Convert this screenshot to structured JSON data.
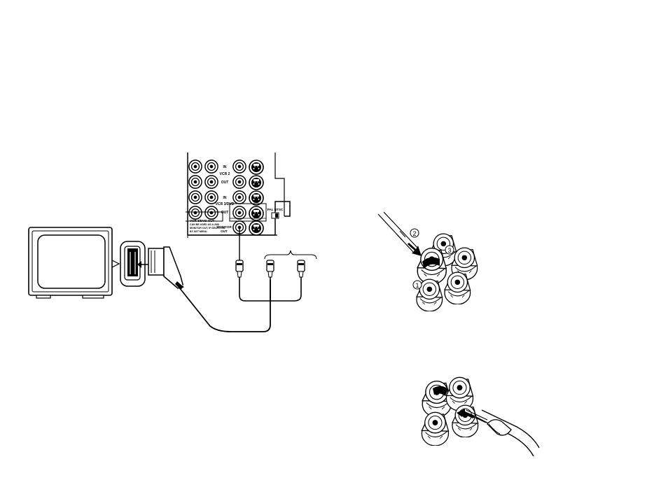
{
  "panel": {
    "vcr2_in": "IN",
    "vcr2": "VCR 2",
    "vcr2_out": "OUT",
    "vcr3dvd_in": "IN",
    "vcr3dvd": "VCR 3/DVD",
    "vcr3dvd_out": "OUT",
    "vcr3dvd_out_label": "VCR 3/DVD OUT",
    "note_line1": "CAN BE USED AS A 2ND",
    "note_line2": "MONITOR OUT, IF SELECTED",
    "note_line3": "BY SET MENU.",
    "monitor_out_line1": "MONITOR",
    "monitor_out_line2": "OUT",
    "pal_ntsc": "PAL NTSC"
  },
  "steps": {
    "one": "1",
    "two": "2",
    "three": "3"
  },
  "colors": {
    "ink": "#000000",
    "background": "#ffffff",
    "shade": "#d0d0d0"
  }
}
